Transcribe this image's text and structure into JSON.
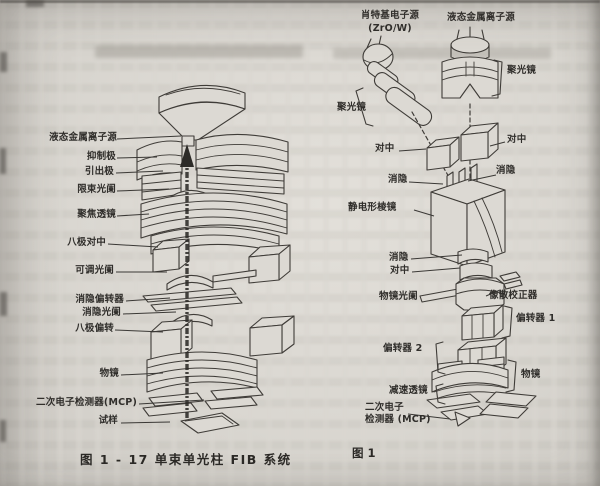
{
  "page": {
    "paper_color": "#dad7d1",
    "ink_color": "#3f3c38",
    "label_color": "#302e2b"
  },
  "fig_left": {
    "caption": "图 1 - 17  单束单光柱 FIB 系统",
    "labels": {
      "lmis": "液态金属离子源",
      "suppressor": "抑制极",
      "extractor": "引出极",
      "beam_limiting_aperture": "限束光阑",
      "focusing_lens": "聚焦透镜",
      "octupole_centering": "八极对中",
      "adjustable_aperture": "可调光阑",
      "blanking_deflector": "消隐偏转器",
      "blanking_aperture": "消隐光阑",
      "octupole_deflection": "八极偏转",
      "objective_lens": "物镜",
      "se_detector_mcp": "二次电子检测器(MCP)",
      "specimen": "试样"
    }
  },
  "fig_right": {
    "caption": "图 1",
    "labels": {
      "schottky_source": "肖特基电子源",
      "schottky_source_note": "(ZrO/W)",
      "lmis": "液态金属离子源",
      "condenser_right": "聚光镜",
      "condenser_left": "聚光镜",
      "centering_left": "对中",
      "centering_right": "对中",
      "blanking_left": "消隐",
      "blanking_right": "消隐",
      "electrostatic_prism": "静电形棱镜",
      "blanking_mid": "消隐",
      "centering_mid": "对中",
      "objective_aperture": "物镜光阑",
      "stigmator": "像散校正器",
      "deflector_1": "偏转器 1",
      "deflector_2": "偏转器 2",
      "objective_lens": "物镜",
      "deceleration_lens": "减速透镜",
      "se_detector_line1": "二次电子",
      "se_detector_line2": "检测器 (MCP)"
    }
  }
}
